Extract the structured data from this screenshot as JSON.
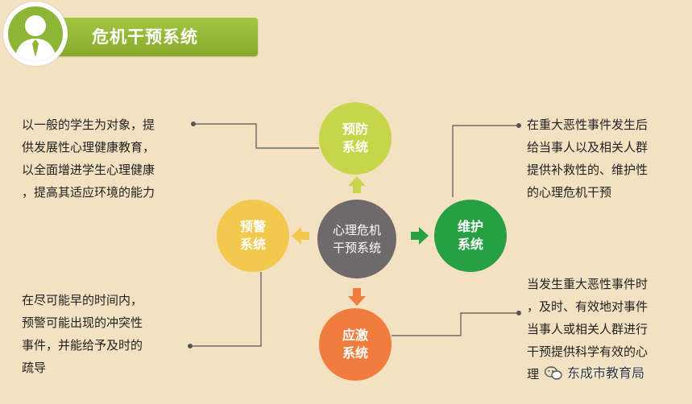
{
  "header": {
    "title": "危机干预系统"
  },
  "nodes": {
    "prevent": {
      "line1": "预防",
      "line2": "系统"
    },
    "warn": {
      "line1": "预警",
      "line2": "系统"
    },
    "center": {
      "line1": "心理危机",
      "line2": "干预系统"
    },
    "maintain": {
      "line1": "维护",
      "line2": "系统"
    },
    "react": {
      "line1": "应激",
      "line2": "系统"
    }
  },
  "descriptions": {
    "prevent": [
      "以一般的学生为对象，提",
      "供发展性心理健康教育，",
      "以全面增进学生心理健康",
      "，提高其适应环境的能力"
    ],
    "maintain": [
      "在重大恶性事件发生后",
      "给当事人以及相关人群",
      "提供补救性的、维护性",
      "的心理危机干预"
    ],
    "warn": [
      "在尽可能早的时间内，",
      "预警可能出现的冲突性",
      "事件，并能给予及时的",
      "疏导"
    ],
    "react": [
      "当发生重大恶性事件时",
      "，及时、有效地对事件",
      "当事人或相关人群进行",
      "干预提供科学有效的心",
      "理"
    ]
  },
  "watermark": {
    "text": "东成市教育局"
  },
  "colors": {
    "background": "#f3e1c2",
    "header_green": "#8db536",
    "prevent": "#c7d54a",
    "warn": "#f2c94c",
    "center": "#6e6a6b",
    "maintain": "#27a044",
    "react": "#f07d3d"
  }
}
